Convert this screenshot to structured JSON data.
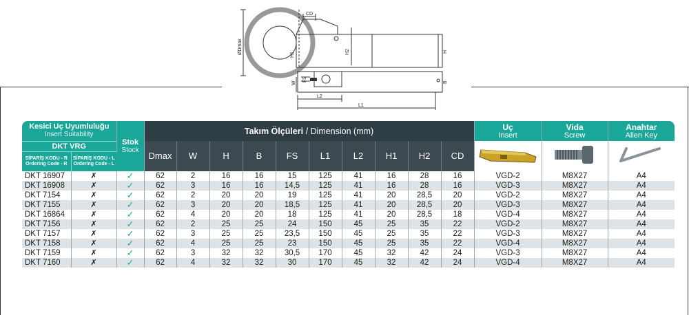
{
  "drawing_labels": {
    "cd": "CD",
    "dmax": "ØDmax",
    "h1": "H1",
    "h2": "H2",
    "h": "H",
    "w": "W",
    "fs": "FS",
    "b": "B",
    "l2": "L2",
    "l1": "L1"
  },
  "header": {
    "insert_suitability_tr": "Kesici Uç Uyumluluğu",
    "insert_suitability_en": "Insert Suitability",
    "dkt_vrg": "DKT VRG",
    "code_r_tr": "SİPARİŞ KODU - R",
    "code_r_en": "Ordering Code - R",
    "code_l_tr": "SİPARİŞ KODU - L",
    "code_l_en": "Ordering Code - L",
    "stock_tr": "Stok",
    "stock_en": "Stock",
    "dimension_tr": "Takım Ölçüleri",
    "dimension_sep": " / ",
    "dimension_en": "Dimension (mm)",
    "insert_tr": "Uç",
    "insert_en": "Insert",
    "screw_tr": "Vida",
    "screw_en": "Screw",
    "key_tr": "Anahtar",
    "key_en": "Allen Key",
    "dim_cols": [
      "Dmax",
      "W",
      "H",
      "B",
      "FS",
      "L1",
      "L2",
      "H1",
      "H2",
      "CD"
    ]
  },
  "rows": [
    {
      "code_r": "DKT 16907",
      "code_l": "✗",
      "stock": "✓",
      "dims": [
        "62",
        "2",
        "16",
        "16",
        "15",
        "125",
        "41",
        "16",
        "28",
        "16"
      ],
      "insert": "VGD-2",
      "screw": "M8X27",
      "key": "A4"
    },
    {
      "code_r": "DKT 16908",
      "code_l": "✗",
      "stock": "✓",
      "dims": [
        "62",
        "3",
        "16",
        "16",
        "14,5",
        "125",
        "41",
        "16",
        "28",
        "16"
      ],
      "insert": "VGD-3",
      "screw": "M8X27",
      "key": "A4"
    },
    {
      "code_r": "DKT 7154",
      "code_l": "✗",
      "stock": "✓",
      "dims": [
        "62",
        "2",
        "20",
        "20",
        "19",
        "125",
        "41",
        "20",
        "28,5",
        "20"
      ],
      "insert": "VGD-2",
      "screw": "M8X27",
      "key": "A4"
    },
    {
      "code_r": "DKT 7155",
      "code_l": "✗",
      "stock": "✓",
      "dims": [
        "62",
        "3",
        "20",
        "20",
        "18,5",
        "125",
        "41",
        "20",
        "28,5",
        "20"
      ],
      "insert": "VGD-3",
      "screw": "M8X27",
      "key": "A4"
    },
    {
      "code_r": "DKT 16864",
      "code_l": "✗",
      "stock": "✓",
      "dims": [
        "62",
        "4",
        "20",
        "20",
        "18",
        "125",
        "41",
        "20",
        "28,5",
        "18"
      ],
      "insert": "VGD-4",
      "screw": "M8X27",
      "key": "A4"
    },
    {
      "code_r": "DKT 7156",
      "code_l": "✗",
      "stock": "✓",
      "dims": [
        "62",
        "2",
        "25",
        "25",
        "24",
        "150",
        "45",
        "25",
        "35",
        "22"
      ],
      "insert": "VGD-2",
      "screw": "M8X27",
      "key": "A4"
    },
    {
      "code_r": "DKT 7157",
      "code_l": "✗",
      "stock": "✓",
      "dims": [
        "62",
        "3",
        "25",
        "25",
        "23,5",
        "150",
        "45",
        "25",
        "35",
        "22"
      ],
      "insert": "VGD-3",
      "screw": "M8X27",
      "key": "A4"
    },
    {
      "code_r": "DKT 7158",
      "code_l": "✗",
      "stock": "✓",
      "dims": [
        "62",
        "4",
        "25",
        "25",
        "23",
        "150",
        "45",
        "25",
        "35",
        "22"
      ],
      "insert": "VGD-4",
      "screw": "M8X27",
      "key": "A4"
    },
    {
      "code_r": "DKT 7159",
      "code_l": "✗",
      "stock": "✓",
      "dims": [
        "62",
        "3",
        "32",
        "32",
        "30,5",
        "170",
        "45",
        "32",
        "42",
        "24"
      ],
      "insert": "VGD-3",
      "screw": "M8X27",
      "key": "A4"
    },
    {
      "code_r": "DKT 7160",
      "code_l": "✗",
      "stock": "✓",
      "dims": [
        "62",
        "4",
        "32",
        "32",
        "30",
        "170",
        "45",
        "32",
        "42",
        "24"
      ],
      "insert": "VGD-4",
      "screw": "M8X27",
      "key": "A4"
    }
  ],
  "colors": {
    "teal": "#1aa79a",
    "dark": "#2f3d45",
    "row_alt": "#dde3e6",
    "insert_gold": "#c9a227"
  }
}
